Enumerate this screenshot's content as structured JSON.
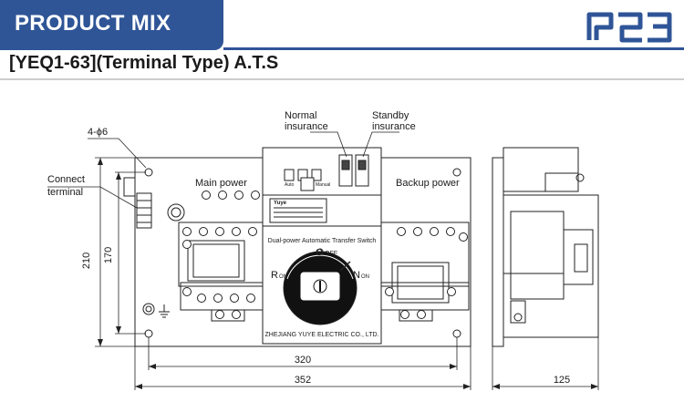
{
  "banner": {
    "title": "PRODUCT MIX"
  },
  "heading": "[YEQ1-63](Terminal Type) A.T.S",
  "labels": {
    "mounting_holes": "4-ϕ6",
    "connect_terminal_1": "Connect",
    "connect_terminal_2": "terminal",
    "main_power": "Main power",
    "backup_power": "Backup power",
    "normal_insurance_1": "Normal",
    "normal_insurance_2": "insurance",
    "standby_insurance_1": "Standby",
    "standby_insurance_2": "insurance",
    "switch_title": "Dual-power Automatic Transfer Switch",
    "off": "OFF",
    "o": "O",
    "r": "R",
    "n": "N",
    "on": "ON",
    "manufacturer": "ZHEJIANG YUYE ELECTRIC CO., LTD.",
    "brand": "Yuye",
    "auto": "Auto",
    "manual": "Manual"
  },
  "dimensions": {
    "height_total": "210",
    "height_holes": "170",
    "width_holes": "320",
    "width_total": "352",
    "depth": "125"
  },
  "colors": {
    "banner": "#2f5597",
    "line": "#222222"
  }
}
